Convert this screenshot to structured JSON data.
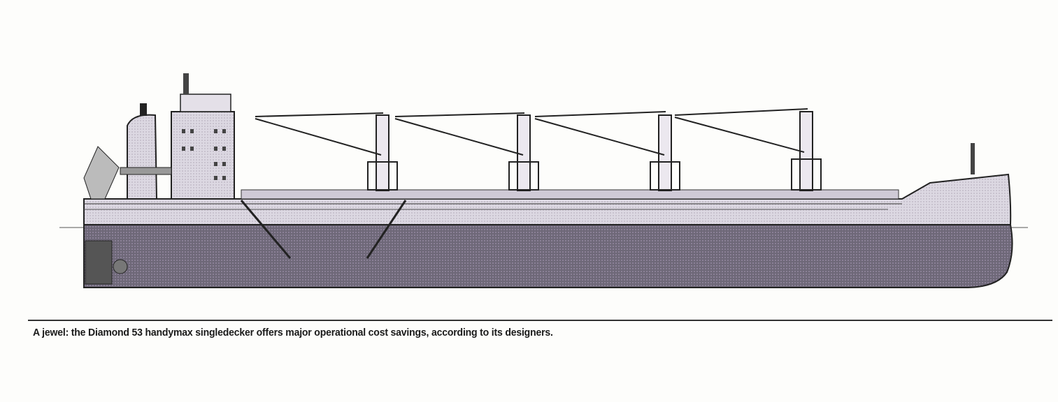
{
  "figure": {
    "subject": "ship-profile-drawing",
    "crane_count": 4
  },
  "caption": "A jewel: the Diamond 53 handymax singledecker offers major operational cost savings, according to its designers.",
  "colors": {
    "lower_hull": "#706a7a",
    "upper_hull": "#dcd8e0",
    "line": "#222222"
  }
}
